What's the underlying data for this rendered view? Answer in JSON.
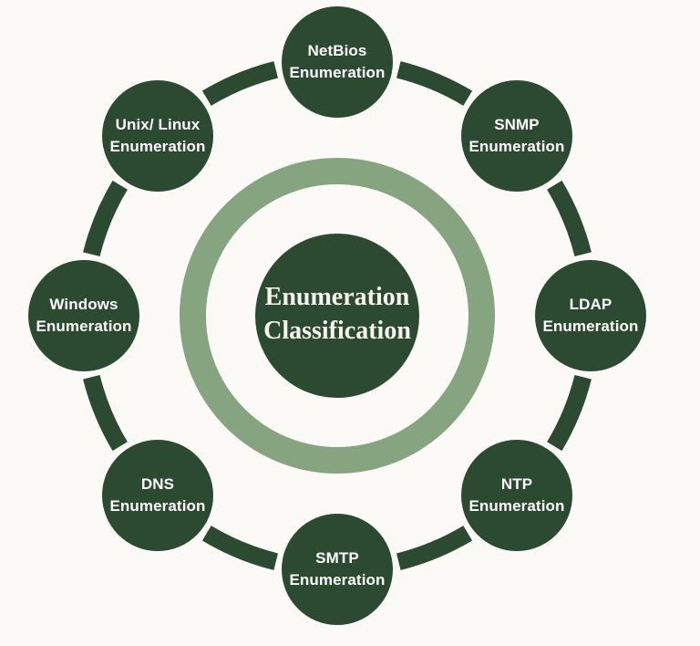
{
  "title": "Enumeration Classification",
  "center": {
    "label": "Enumeration\nClassification"
  },
  "nodes": [
    {
      "id": "netbios",
      "label": "NetBios\nEnumeration"
    },
    {
      "id": "snmp",
      "label": "SNMP\nEnumeration"
    },
    {
      "id": "ldap",
      "label": "LDAP\nEnumeration"
    },
    {
      "id": "ntp",
      "label": "NTP\nEnumeration"
    },
    {
      "id": "smtp",
      "label": "SMTP\nEnumeration"
    },
    {
      "id": "dns",
      "label": "DNS\nEnumeration"
    },
    {
      "id": "windows",
      "label": "Windows\nEnumeration"
    },
    {
      "id": "unix_linux",
      "label": "Unix/ Linux\nEnumeration"
    }
  ],
  "colors": {
    "node_fill": "#2b4a31",
    "inner_ring": "#85a47f",
    "background": "#fbfaf6",
    "label_text": "#ffffff",
    "center_text": "#f6f3ec"
  }
}
